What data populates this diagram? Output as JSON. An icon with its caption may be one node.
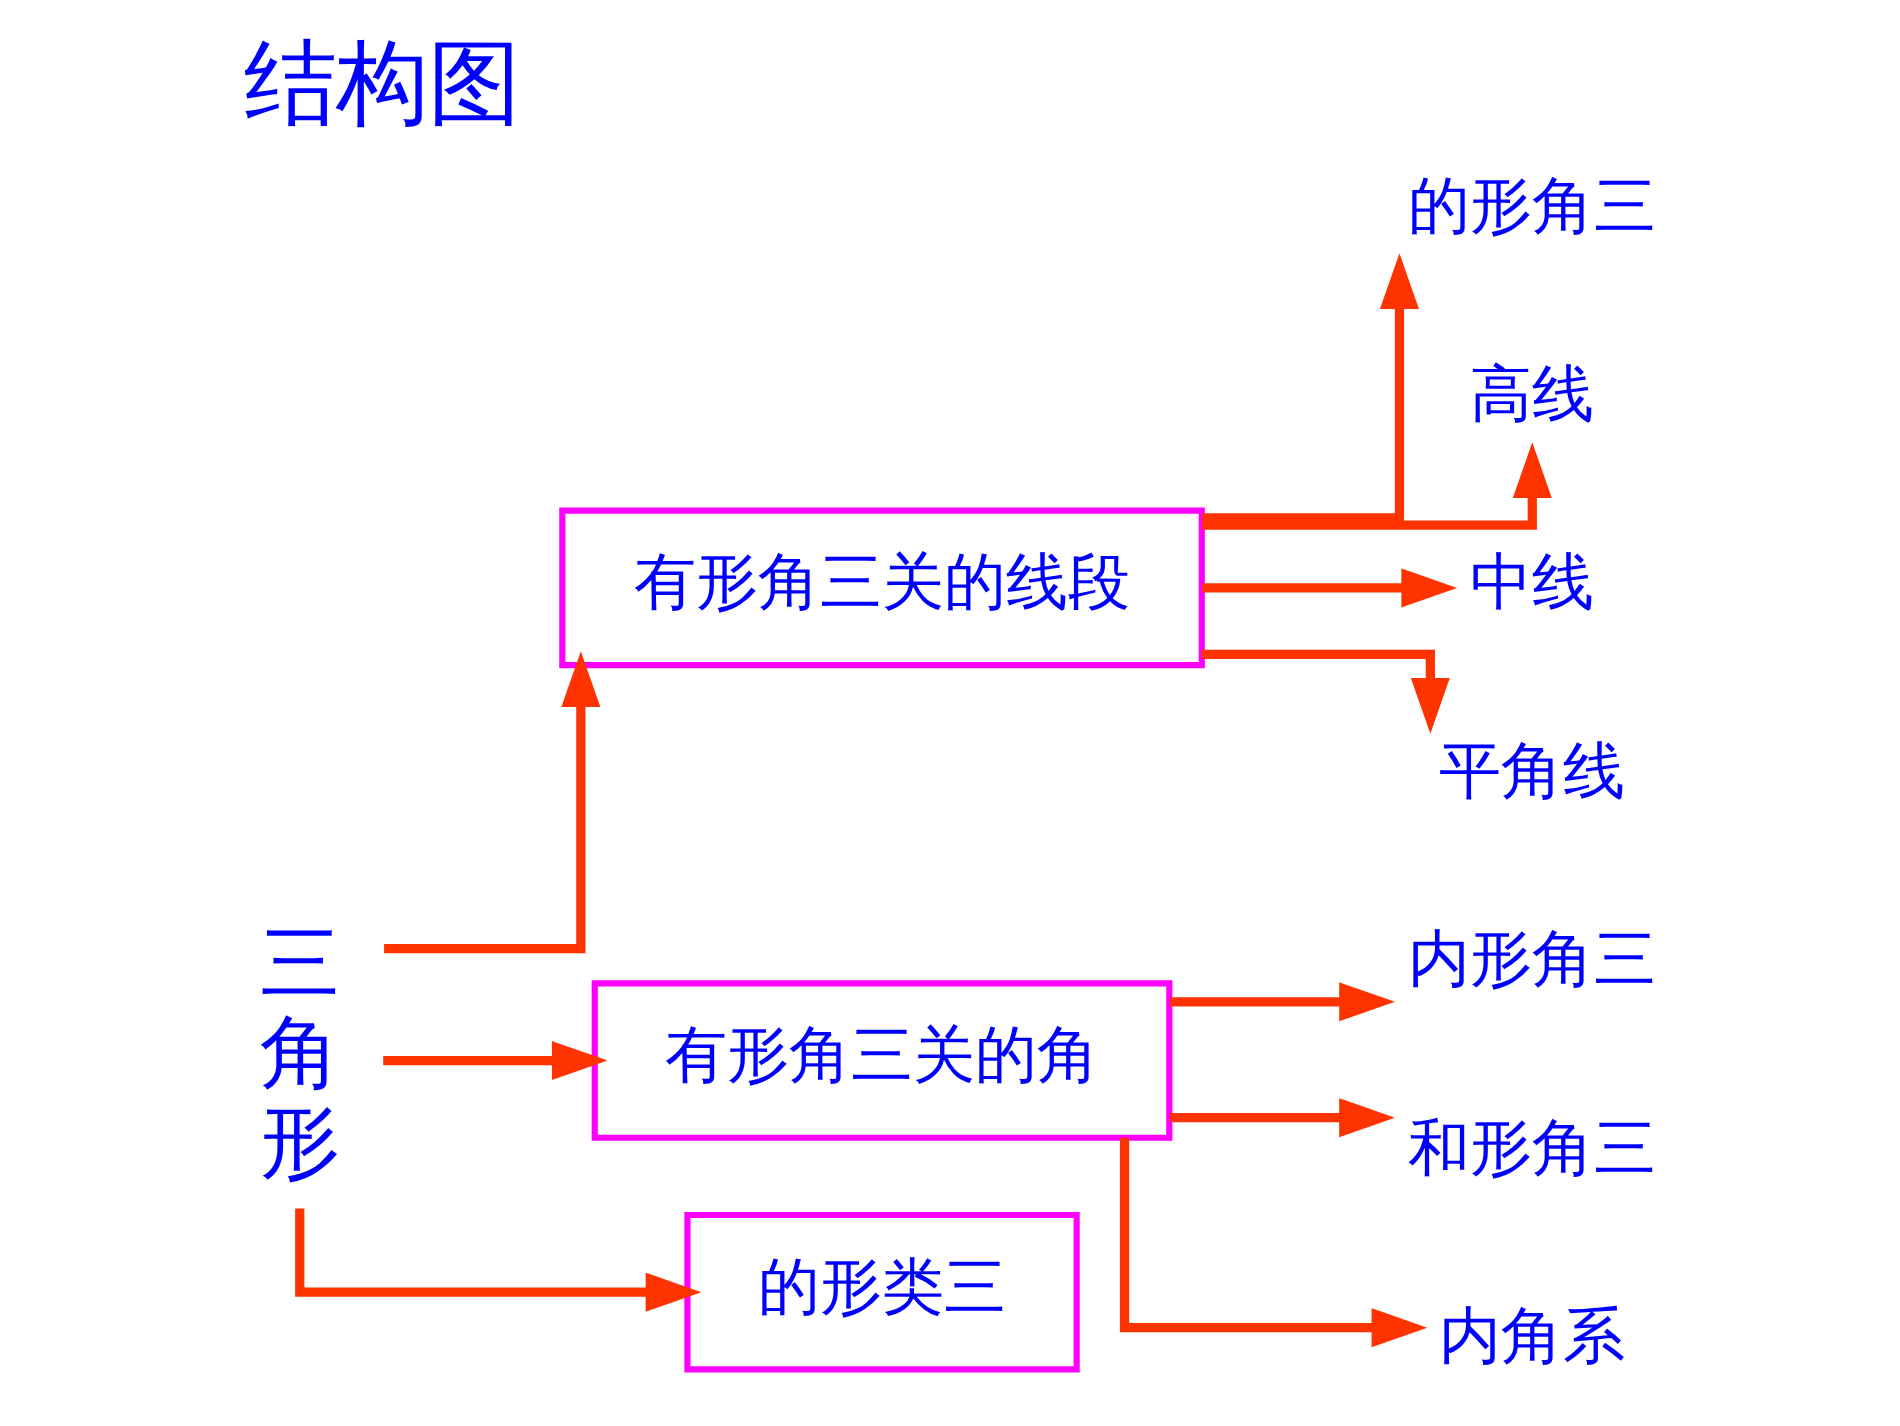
{
  "diagram": {
    "title": "结构图",
    "nodes": [
      {
        "text": [
          "三角形"
        ]
      },
      {
        "text": [
          "有形角三关的线段"
        ]
      },
      {
        "text": [
          "有形角三关的角"
        ]
      },
      {
        "text": [
          "的形类三"
        ]
      },
      {
        "text": [
          "的形角三"
        ]
      },
      {
        "text": [
          "高线"
        ]
      },
      {
        "text": [
          "中线"
        ]
      },
      {
        "text": [
          "平角线"
        ]
      },
      {
        "text": [
          "内形角三"
        ]
      },
      {
        "text": [
          "和形角三"
        ]
      },
      {
        "text": [
          "内角系"
        ]
      }
    ],
    "edges": [
      {
        "from": 0,
        "to": 1,
        "arrow": "to"
      },
      {
        "from": 0,
        "to": 2,
        "arrow": "to"
      },
      {
        "from": 0,
        "to": 3,
        "arrow": "to"
      },
      {
        "from": 1,
        "to": 4,
        "arrow": "to"
      },
      {
        "from": 1,
        "to": 5,
        "arrow": "to"
      },
      {
        "from": 1,
        "to": 6,
        "arrow": "to"
      },
      {
        "from": 1,
        "to": 7,
        "arrow": "to"
      },
      {
        "from": 2,
        "to": 8,
        "arrow": "to"
      },
      {
        "from": 2,
        "to": 9,
        "arrow": "to"
      },
      {
        "from": 2,
        "to": 10,
        "arrow": "to"
      }
    ]
  }
}
